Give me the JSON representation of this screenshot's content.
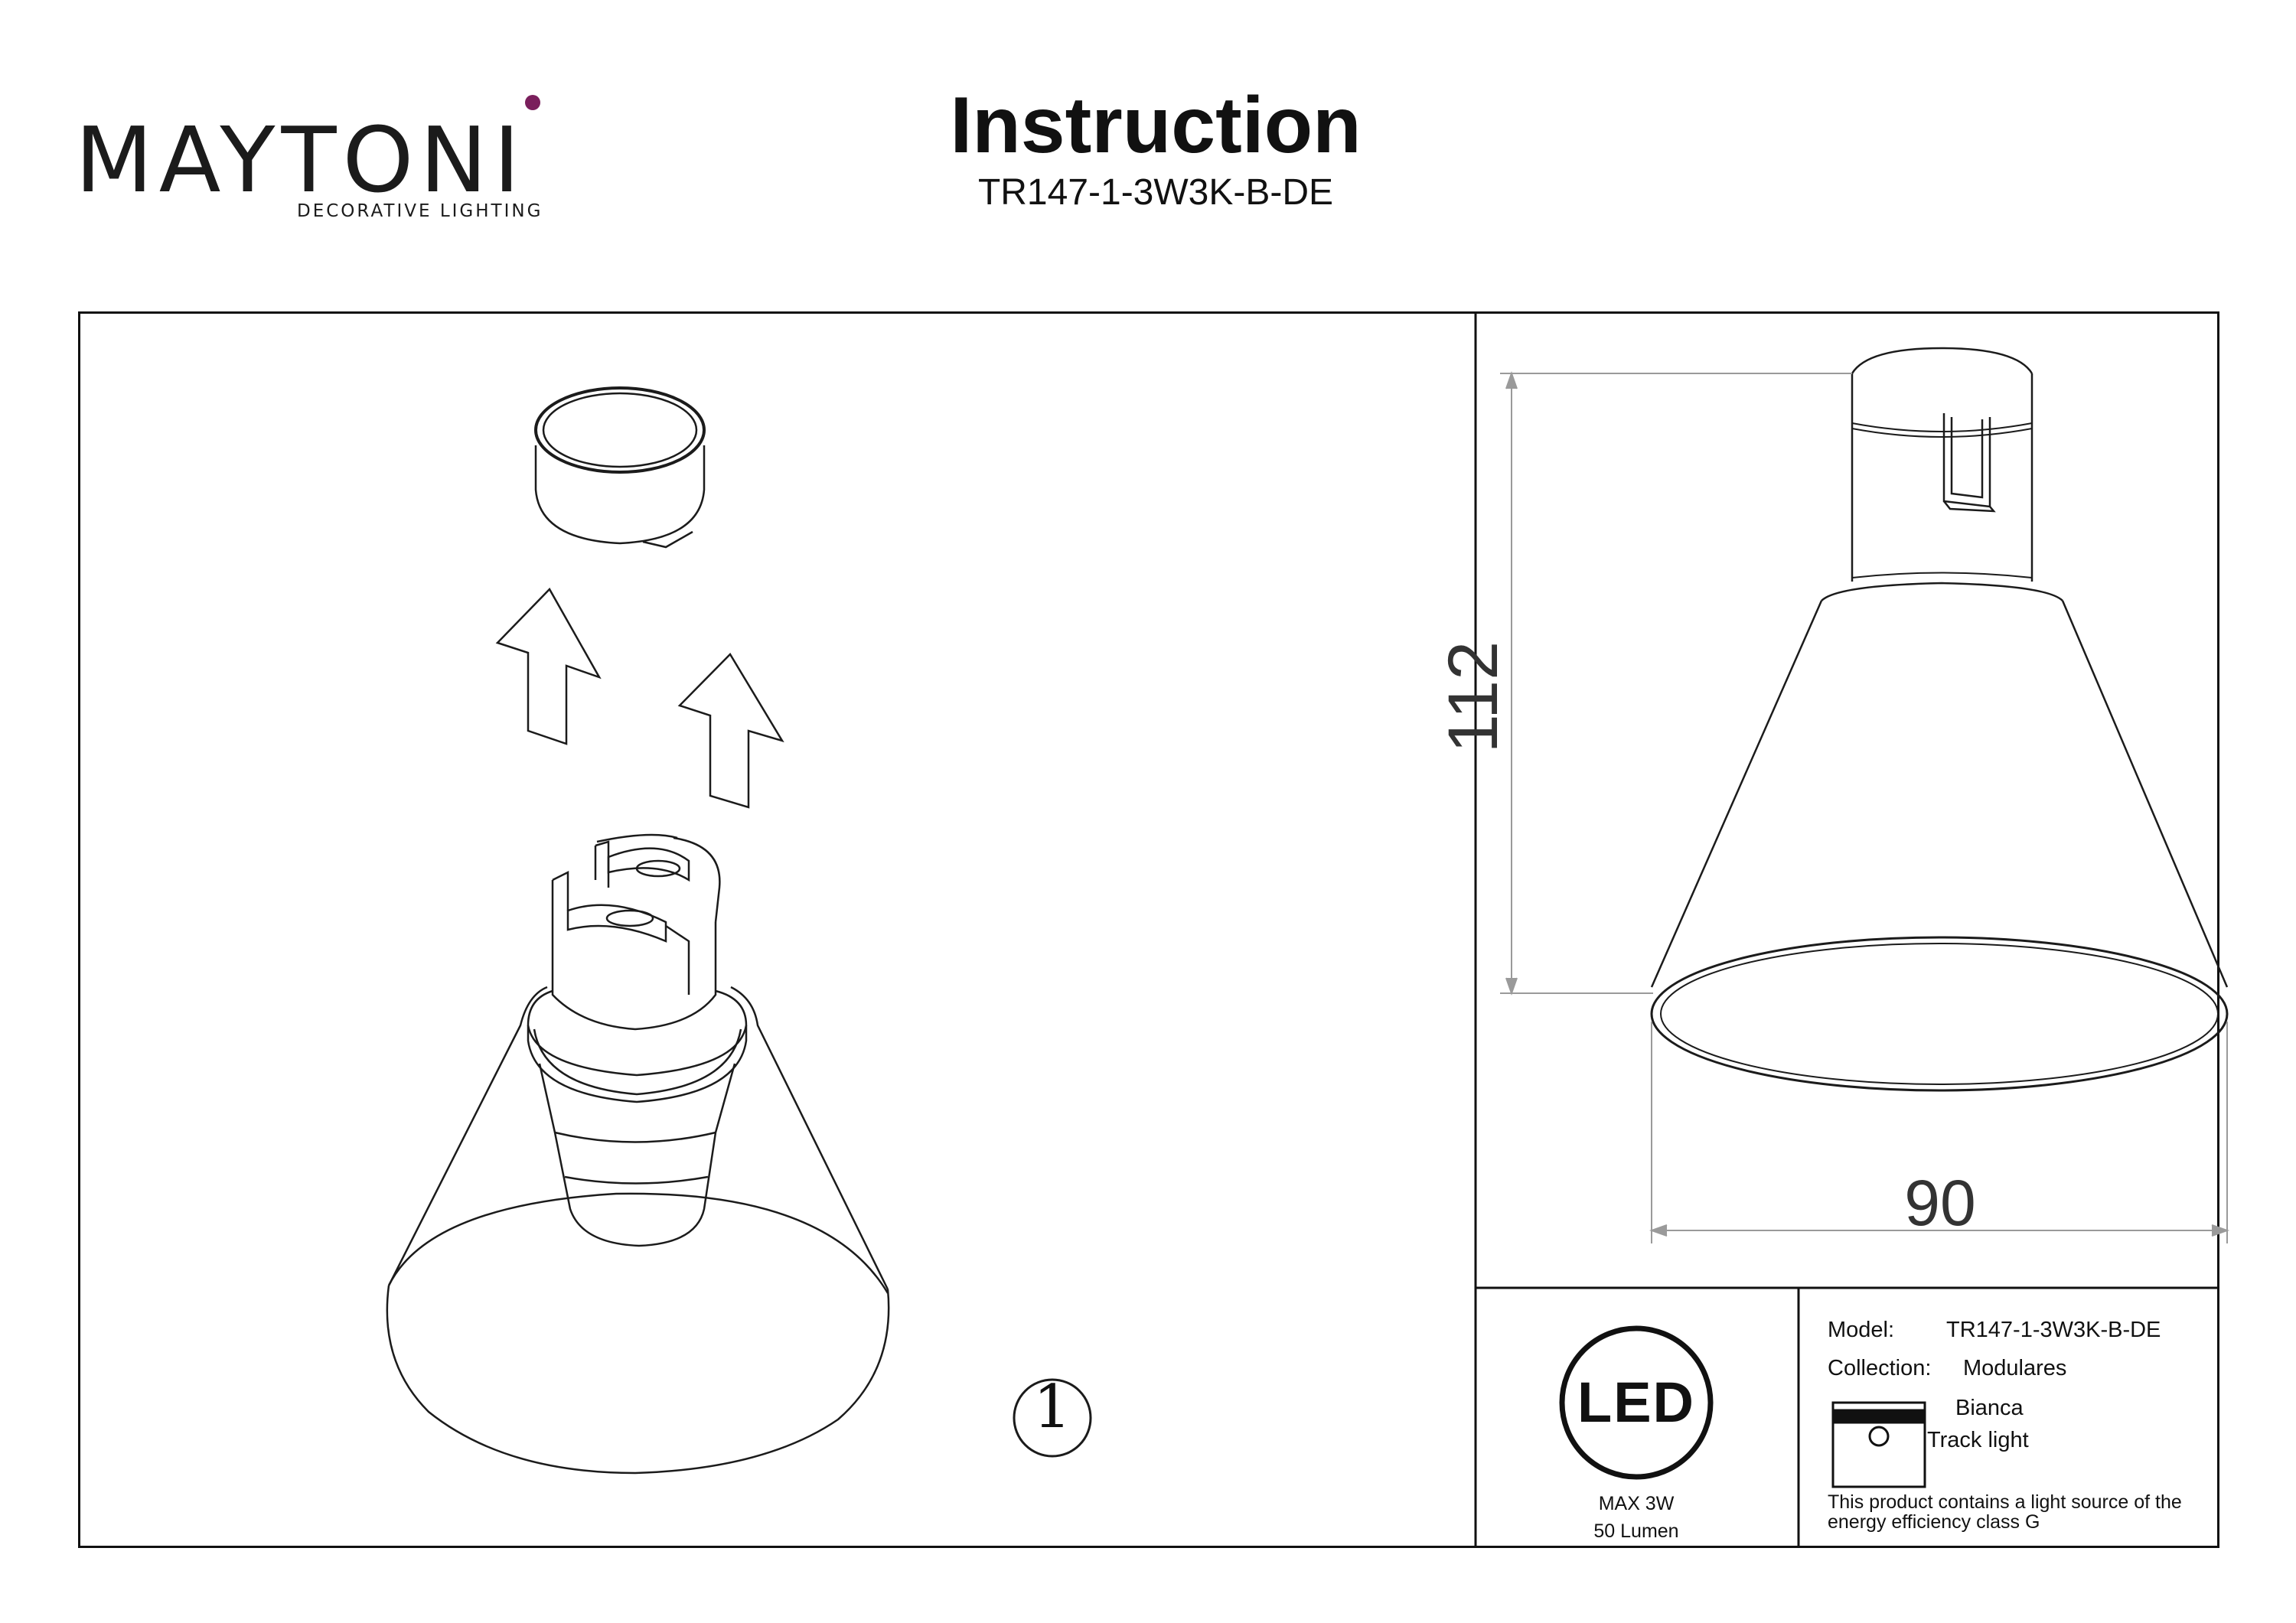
{
  "header": {
    "brand": "MAYTONI",
    "brand_tagline": "DECORATIVE LIGHTING",
    "title": "Instruction",
    "model_code": "TR147-1-3W3K-B-DE"
  },
  "drawing": {
    "step_number": "1",
    "dim_height": "112",
    "dim_width": "90"
  },
  "led": {
    "badge": "LED",
    "power": "MAX 3W",
    "lumen": "50 Lumen"
  },
  "spec": {
    "model_label": "Model:",
    "model_value": "TR147-1-3W3K-B-DE",
    "collection_label": "Collection:",
    "collection_value": "Modulares",
    "series": "Bianca",
    "type": "Track light",
    "energy_note": "This product contains a light source of the energy efficiency class G"
  },
  "colors": {
    "line": "#1b1b1b",
    "logo_dot": "#7a1f5c",
    "dimension_line": "#9a9a9a"
  }
}
